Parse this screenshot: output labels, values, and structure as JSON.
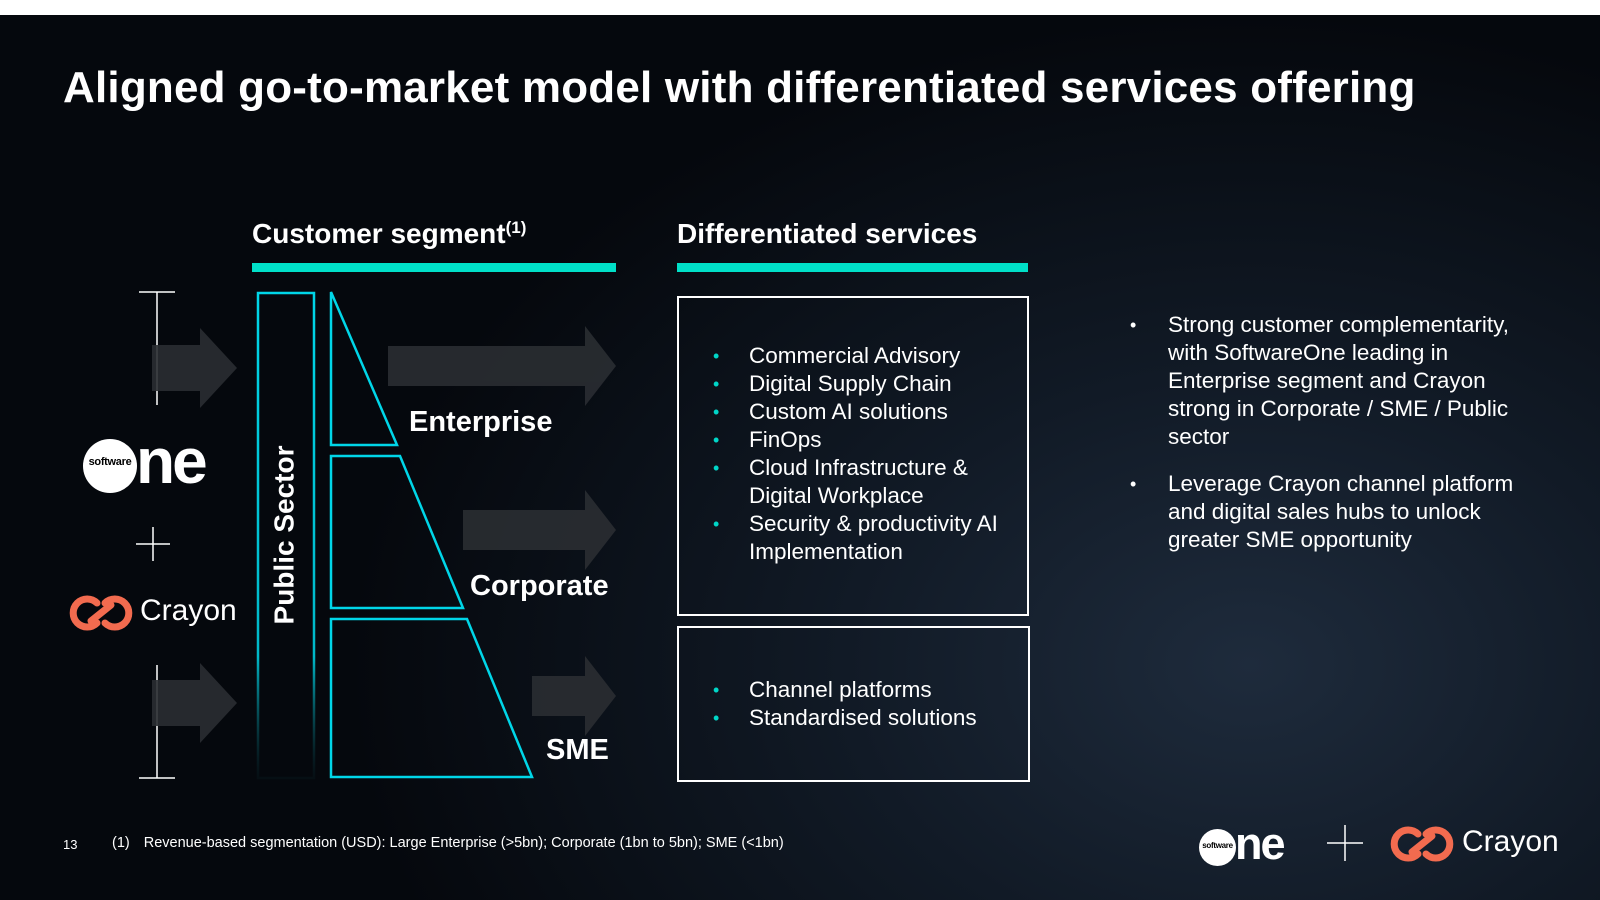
{
  "title": "Aligned go-to-market model with differentiated services offering",
  "columns": {
    "customer_segment": {
      "label": "Customer segment",
      "footnote_marker": "(1)"
    },
    "differentiated_services": {
      "label": "Differentiated services"
    }
  },
  "segments": {
    "public_sector": "Public Sector",
    "enterprise": "Enterprise",
    "corporate": "Corporate",
    "sme": "SME"
  },
  "services": {
    "enterprise_corporate": [
      "Commercial Advisory",
      "Digital Supply Chain",
      "Custom AI solutions",
      "FinOps",
      "Cloud Infrastructure & Digital Workplace",
      "Security & productivity AI Implementation"
    ],
    "sme": [
      "Channel platforms",
      "Standardised solutions"
    ]
  },
  "key_points": [
    "Strong customer complementarity, with SoftwareOne leading in Enterprise segment and Crayon strong in Corporate / SME / Public sector",
    "Leverage Crayon channel platform and digital sales hubs to unlock greater SME opportunity"
  ],
  "logos": {
    "softwareone_small": "software",
    "softwareone_main": "ne",
    "crayon": "Crayon",
    "plus": "+"
  },
  "footer": {
    "page_number": "13",
    "note_marker": "(1)",
    "note_text": "Revenue-based segmentation (USD): Large Enterprise (>5bn); Corporate (1bn to 5bn); SME (<1bn)"
  },
  "colors": {
    "accent": "#00e0c8",
    "crayon_orange": "#f26b4f",
    "background": "#0a1018"
  }
}
